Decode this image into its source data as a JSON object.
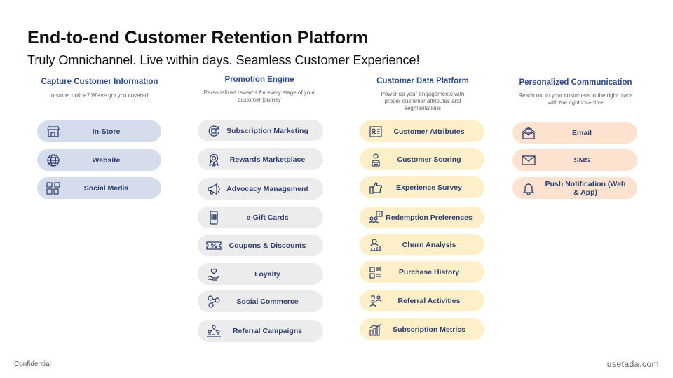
{
  "header": {
    "title": "End-to-end Customer Retention Platform",
    "subtitle": "Truly Omnichannel. Live within days. Seamless Customer Experience!"
  },
  "columns": [
    {
      "heading": "Capture Customer Information",
      "description": "In-store, online? We've got you covered!",
      "items": [
        {
          "label": "In-Store",
          "icon": "store-icon"
        },
        {
          "label": "Website",
          "icon": "globe-icon"
        },
        {
          "label": "Social Media",
          "icon": "social-media-icon"
        }
      ]
    },
    {
      "heading": "Promotion Engine",
      "description": "Personalized rewards for every stage of your customer journey",
      "items": [
        {
          "label": "Subscription Marketing",
          "icon": "subscription-icon"
        },
        {
          "label": "Rewards Marketplace",
          "icon": "award-ribbon-icon"
        },
        {
          "label": "Advocacy Management",
          "icon": "megaphone-icon"
        },
        {
          "label": "e-Gift Cards",
          "icon": "mobile-gift-icon"
        },
        {
          "label": "Coupons & Discounts",
          "icon": "coupon-icon"
        },
        {
          "label": "Loyalty",
          "icon": "heart-hand-icon"
        },
        {
          "label": "Social Commerce",
          "icon": "social-commerce-icon"
        },
        {
          "label": "Referral Campaigns",
          "icon": "referral-network-icon"
        }
      ]
    },
    {
      "heading": "Customer Data Platform",
      "description": "Power up your engagements with proper customer attributes and segmentations",
      "items": [
        {
          "label": "Customer Attributes",
          "icon": "id-card-icon"
        },
        {
          "label": "Customer Scoring",
          "icon": "user-score-icon"
        },
        {
          "label": "Experience Survey",
          "icon": "thumbs-up-icon"
        },
        {
          "label": "Redemption Preferences",
          "icon": "preferences-icon"
        },
        {
          "label": "Churn Analysis",
          "icon": "analysis-icon"
        },
        {
          "label": "Purchase History",
          "icon": "purchase-list-icon"
        },
        {
          "label": "Referral Activities",
          "icon": "referral-icon"
        },
        {
          "label": "Subscription Metrics",
          "icon": "metrics-chart-icon"
        }
      ]
    },
    {
      "heading": "Personalized Communication",
      "description": "Reach out to your customers in the right place with the right incentive",
      "items": [
        {
          "label": "Email",
          "icon": "email-icon"
        },
        {
          "label": "SMS",
          "icon": "envelope-icon"
        },
        {
          "label": "Push Notification (Web & App)",
          "icon": "bell-icon"
        }
      ]
    }
  ],
  "footer": {
    "left": "Confidential",
    "right": "usetada.com"
  },
  "colors": {
    "heading": "#2d4a8a",
    "label": "#2d3e6e",
    "capture_pill": "#d5dcec",
    "promotion_pill": "#ececec",
    "cdp_pill": "#fdf0c8",
    "communication_pill": "#fde3cf"
  }
}
